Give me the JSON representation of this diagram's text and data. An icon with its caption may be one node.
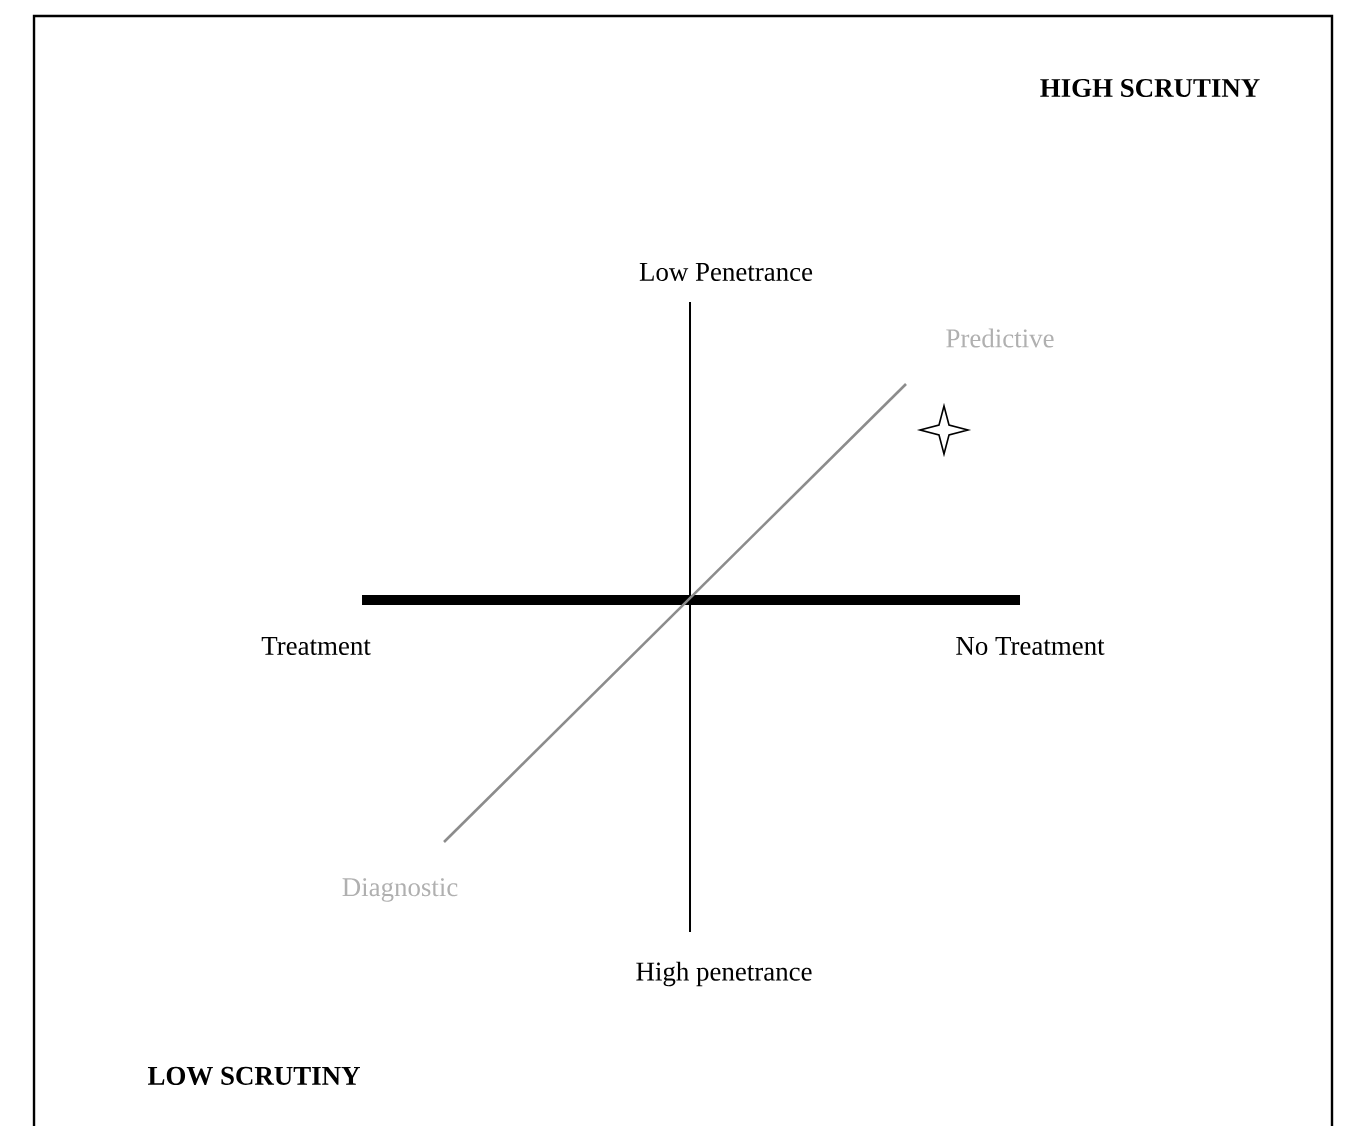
{
  "diagram": {
    "labels": [
      "HIGH SCRUTINY",
      "Low Penetrance",
      "Predictive",
      "Treatment",
      "No Treatment",
      "Diagnostic",
      "High penetrance",
      "LOW SCRUTINY"
    ]
  }
}
